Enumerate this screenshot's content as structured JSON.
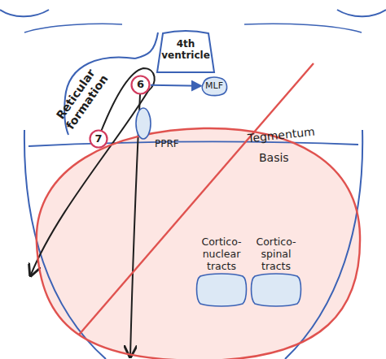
{
  "diagram": {
    "nodes": [
      {
        "text": [
          "4th ventricle"
        ]
      },
      {
        "text": [
          "Reticular formation"
        ]
      },
      {
        "text": [
          "6"
        ]
      },
      {
        "text": [
          "MLF"
        ]
      },
      {
        "text": [
          "7"
        ]
      },
      {
        "text": [
          "PPRF"
        ]
      },
      {
        "text": [
          "Cortico- nuclear tracts"
        ]
      },
      {
        "text": [
          "Cortico- spinal tracts"
        ]
      }
    ],
    "edges": [
      {
        "from": 2,
        "to": 3,
        "arrow": "to"
      }
    ],
    "labels": [
      "Tegmentum",
      "Basis"
    ]
  }
}
